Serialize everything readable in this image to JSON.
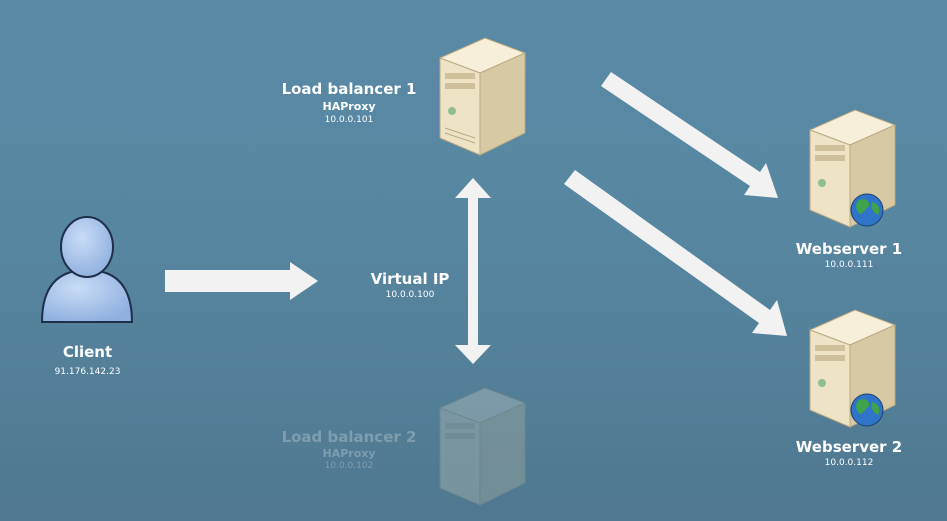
{
  "client": {
    "name": "Client",
    "ip": "91.176.142.23"
  },
  "load_balancer_1": {
    "name": "Load balancer 1",
    "software": "HAProxy",
    "ip": "10.0.0.101"
  },
  "load_balancer_2": {
    "name": "Load balancer 2",
    "software": "HAProxy",
    "ip": "10.0.0.102"
  },
  "virtual_ip": {
    "name": "Virtual IP",
    "ip": "10.0.0.100"
  },
  "webserver_1": {
    "name": "Webserver 1",
    "ip": "10.0.0.111"
  },
  "webserver_2": {
    "name": "Webserver 2",
    "ip": "10.0.0.112"
  },
  "colors": {
    "background": "#5a8aa6",
    "arrow": "#f2f2f2",
    "server": "#efe3c6",
    "user": "#9fbde8"
  }
}
